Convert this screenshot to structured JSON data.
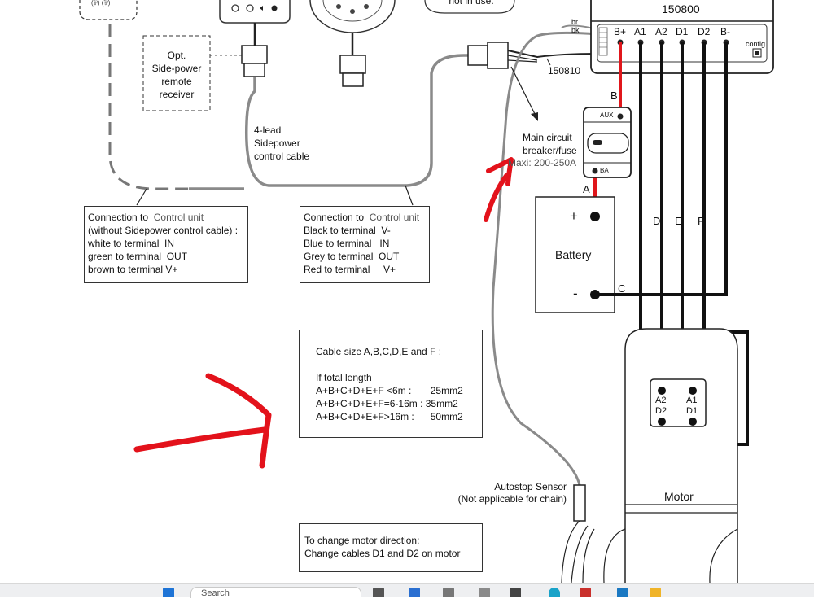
{
  "labels": {
    "not_in_use": "not in use.",
    "controller_id": "150800",
    "cable_id": "150810",
    "wire_br": "br",
    "wire_bk": "bk",
    "config": "config",
    "terminals": [
      "B+",
      "A1",
      "A2",
      "D1",
      "D2",
      "B-"
    ],
    "opt_receiver": [
      "Opt.",
      "Side-power",
      "remote",
      "receiver"
    ],
    "control_cable": [
      "4-lead",
      "Sidepower",
      "control cable"
    ],
    "breaker_title": [
      "Main circuit",
      "breaker/fuse"
    ],
    "breaker_rating": "Maxi: 200-250A",
    "aux": "AUX",
    "bat": "BAT",
    "cable_letters": {
      "A": "A",
      "B": "B",
      "C": "C",
      "D": "D",
      "E": "E",
      "F": "F"
    },
    "battery": "Battery",
    "plus": "+",
    "minus": "-",
    "motor": "Motor",
    "motor_terminals": {
      "a2": "A2",
      "a1": "A1",
      "d2": "D2",
      "d1": "D1"
    },
    "autostop": [
      "Autostop Sensor",
      "(Not applicable for chain)"
    ]
  },
  "box_left": {
    "title_prefix": "Connection to",
    "title_suffix": "Control unit",
    "lines": [
      "(without Sidepower control cable) :",
      "white to terminal  IN",
      "green to terminal  OUT",
      "brown to terminal V+"
    ]
  },
  "box_right": {
    "title_prefix": "Connection to",
    "title_suffix": "Control unit",
    "lines": [
      "Black to terminal  V-",
      "Blue to terminal   IN",
      "Grey to terminal  OUT",
      "Red to terminal     V+"
    ]
  },
  "cable_note": {
    "title": "Cable size A,B,C,D,E and F :",
    "subtitle": "If total length",
    "rows": [
      "A+B+C+D+E+F <6m :       25mm2",
      "A+B+C+D+E+F=6-16m : 35mm2",
      "A+B+C+D+E+F>16m :      50mm2"
    ]
  },
  "direction_note": {
    "lines": [
      "To change motor direction:",
      "Change cables D1 and D2 on motor"
    ]
  },
  "taskbar": {
    "search_placeholder": "Search"
  },
  "colors": {
    "wire": "#111111",
    "power_red": "#e0161b",
    "grey_cable": "#8a8a8a",
    "annotation_red": "#e3121b"
  }
}
